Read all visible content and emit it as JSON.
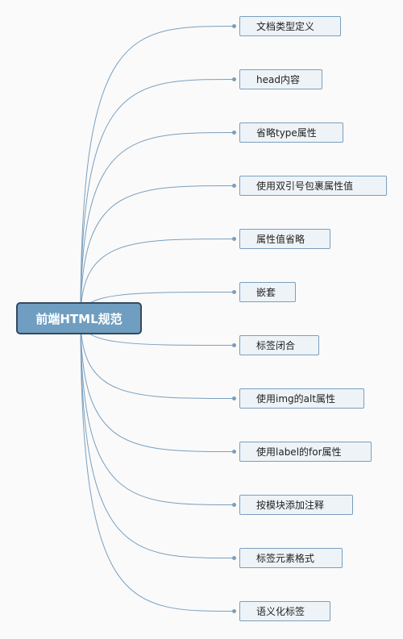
{
  "root": {
    "label": "前端HTML规范"
  },
  "children": [
    {
      "label": "文档类型定义"
    },
    {
      "label": "head内容"
    },
    {
      "label": "省略type属性"
    },
    {
      "label": "使用双引号包裹属性值"
    },
    {
      "label": "属性值省略"
    },
    {
      "label": "嵌套"
    },
    {
      "label": "标签闭合"
    },
    {
      "label": "使用img的alt属性"
    },
    {
      "label": "使用label的for属性"
    },
    {
      "label": "按模块添加注释"
    },
    {
      "label": "标签元素格式"
    },
    {
      "label": "语义化标签"
    }
  ],
  "colors": {
    "root_fill": "#6f9ec0",
    "root_border": "#34495e",
    "child_fill": "#eef3f7",
    "child_border": "#7a9fbf",
    "edge": "#7a9fbf"
  }
}
